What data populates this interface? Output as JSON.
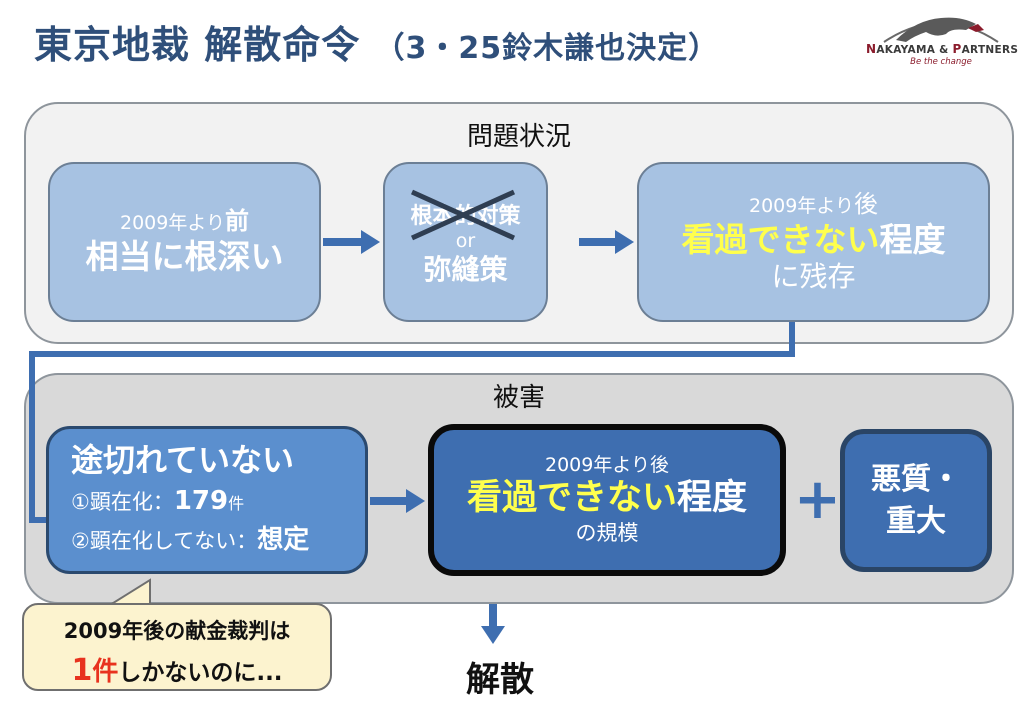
{
  "header": {
    "title_main": "東京地裁 解散命令",
    "title_sub": "（3・25鈴木謙也決定）"
  },
  "logo": {
    "name_prefix_cap": "N",
    "name_rest_1": "AKAYAMA & ",
    "name_cap_2": "P",
    "name_rest_2": "ARTNERS",
    "tagline": "Be the change"
  },
  "problem_panel": {
    "label": "問題状況",
    "box1": {
      "line1_prefix": "2009年より",
      "line1_emph": "前",
      "line2": "相当に根深い"
    },
    "box2": {
      "struck": "根本的対策",
      "or": "or",
      "line3": "弥縫策"
    },
    "box3": {
      "line1_prefix": "2009年より",
      "line1_emph": "後",
      "line2_highlight": "看過できない",
      "line2_rest": "程度",
      "line3": "に残存"
    }
  },
  "damage_panel": {
    "label": "被害",
    "box4": {
      "heading": "途切れていない",
      "item1_label": "①顕在化：",
      "item1_value": "179",
      "item1_unit": "件",
      "item2_label": "②顕在化してない：",
      "item2_value": "想定"
    },
    "box5": {
      "line1": "2009年より後",
      "line2_highlight": "看過できない",
      "line2_rest": "程度",
      "line3": "の規模"
    },
    "plus": "+",
    "box6": {
      "line1": "悪質・",
      "line2": "重大"
    }
  },
  "callout": {
    "line1": "2009年後の献金裁判は",
    "count": "1",
    "count_unit": "件",
    "line2_rest": "しかないのに..."
  },
  "conclusion": "解散",
  "colors": {
    "title": "#2f4f7a",
    "arrow": "#3e6eb0",
    "highlight": "#ffff4d",
    "alert": "#e8321e"
  }
}
